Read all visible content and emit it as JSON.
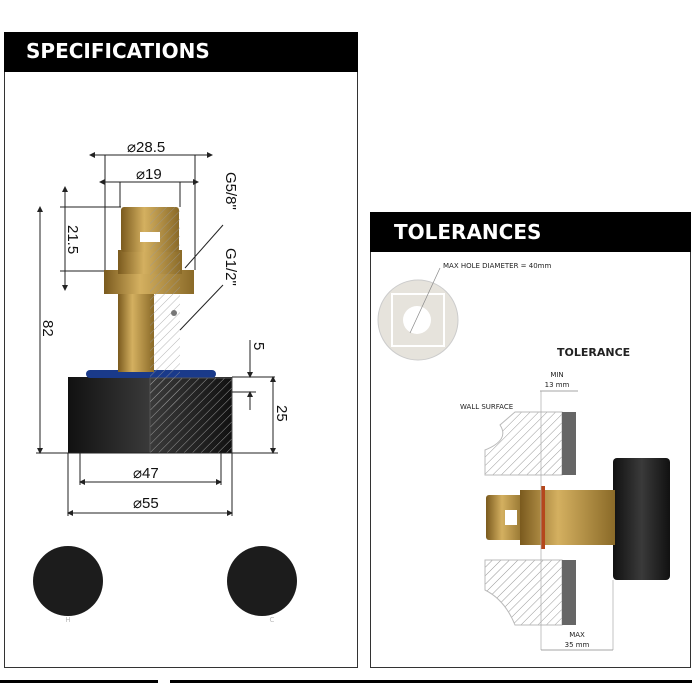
{
  "specifications": {
    "title": "SPECIFICATIONS",
    "dimensions": {
      "d_outer_thread": "⌀28.5",
      "d_inner": "⌀19",
      "thread_top": "G5/8\"",
      "thread_bottom": "G1/2\"",
      "top_length": "21.5",
      "total_length": "82",
      "lip": "5",
      "body_height": "25",
      "d_body_inner": "⌀47",
      "d_body_outer": "⌀55"
    },
    "knobs": [
      {
        "label": "H"
      },
      {
        "label": "C"
      }
    ]
  },
  "tolerances": {
    "title": "TOLERANCES",
    "max_hole": "MAX HOLE DIAMETER = 40mm",
    "subtitle": "TOLERANCE",
    "min_label": "MIN",
    "min_value": "13 mm",
    "wall_surface": "WALL SURFACE",
    "max_label": "MAX",
    "max_value": "35 mm"
  },
  "colors": {
    "brass": "#b8913f",
    "black": "#1a1a1a",
    "seal": "#1a3a8a"
  }
}
